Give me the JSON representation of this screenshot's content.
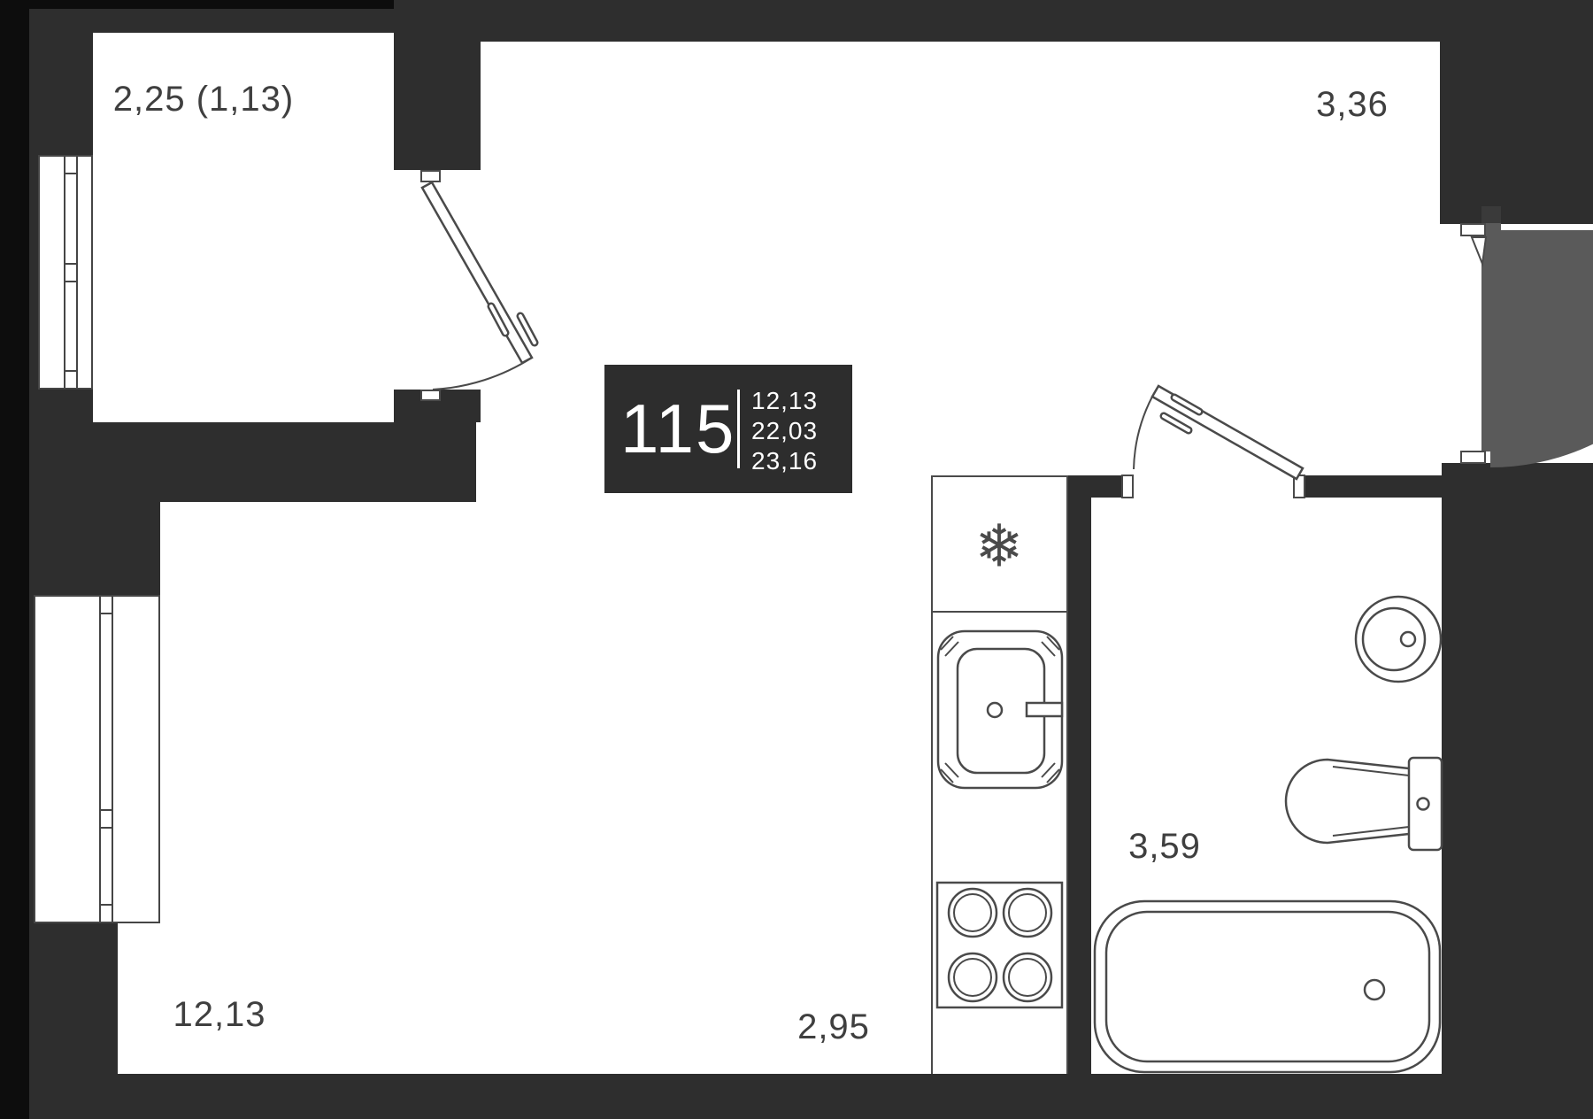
{
  "unit": {
    "number": "115",
    "area_living": "12,13",
    "area_main": "22,03",
    "area_total": "23,16"
  },
  "dims": {
    "balcony": "2,25 (1,13)",
    "top_room": "3,36",
    "bathroom": "3,59",
    "living_room": "12,13",
    "kitchen_zone": "2,95"
  },
  "icons": {
    "fridge_snowflake": "❄"
  },
  "colors": {
    "wall": "#2e2e2e",
    "edge_black": "#0d0d0d",
    "door_swing_gray": "#5a5a5a",
    "furniture_line": "#4a4a4a",
    "label_text": "#3f3f3f",
    "info_box_bg": "#2d2d2d",
    "info_box_text": "#ffffff"
  }
}
